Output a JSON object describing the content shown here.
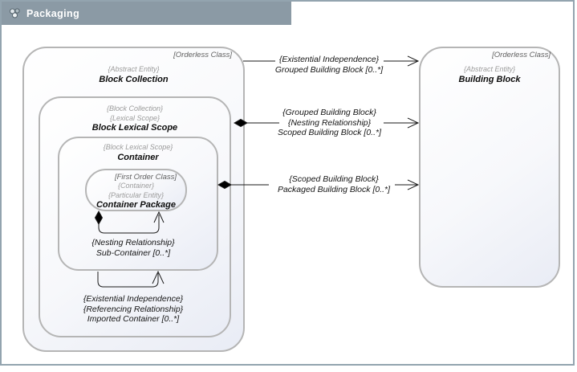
{
  "window": {
    "title": "Packaging"
  },
  "boxes": {
    "block_collection": {
      "bracket": "[Orderless Class]",
      "stereotypes": [
        "{Abstract Entity}"
      ],
      "title": "Block Collection"
    },
    "block_lexical_scope": {
      "stereotypes": [
        "{Block Collection}",
        "{Lexical Scope}"
      ],
      "title": "Block Lexical Scope"
    },
    "container": {
      "stereotypes": [
        "{Block Lexical Scope}"
      ],
      "title": "Container"
    },
    "container_package": {
      "bracket": "[First Order Class]",
      "stereotypes": [
        "{Container}",
        "{Particular Entity}"
      ],
      "title": "Container Package"
    },
    "building_block": {
      "bracket": "[Orderless Class]",
      "stereotypes": [
        "{Abstract Entity}"
      ],
      "title": "Building Block"
    }
  },
  "relations": {
    "grouped": {
      "rows": [
        "{Existential Independence}",
        "Grouped Building Block [0..*]"
      ]
    },
    "scoped": {
      "rows": [
        "{Grouped Building Block}",
        "{Nesting Relationship}",
        "Scoped Building Block [0..*]"
      ]
    },
    "packaged": {
      "rows": [
        "{Scoped Building Block}",
        "Packaged Building Block [0..*]"
      ]
    },
    "sub_container": {
      "rows": [
        "{Nesting Relationship}",
        "Sub-Container [0..*]"
      ]
    },
    "imported": {
      "rows": [
        "{Existential Independence}",
        "{Referencing Relationship}",
        "Imported Container [0..*]"
      ]
    }
  },
  "colors": {
    "titlebar_bg": "#8b9aa5",
    "frame_border": "#93a4af",
    "box_border": "#b5b5b5",
    "box_fill_light": "#ffffff",
    "box_fill_dark": "#e9ecf5",
    "line": "#1a1a1a",
    "stereotype_text": "#9b9b9b",
    "bracket_text": "#606060",
    "title_text": "#ffffff"
  }
}
